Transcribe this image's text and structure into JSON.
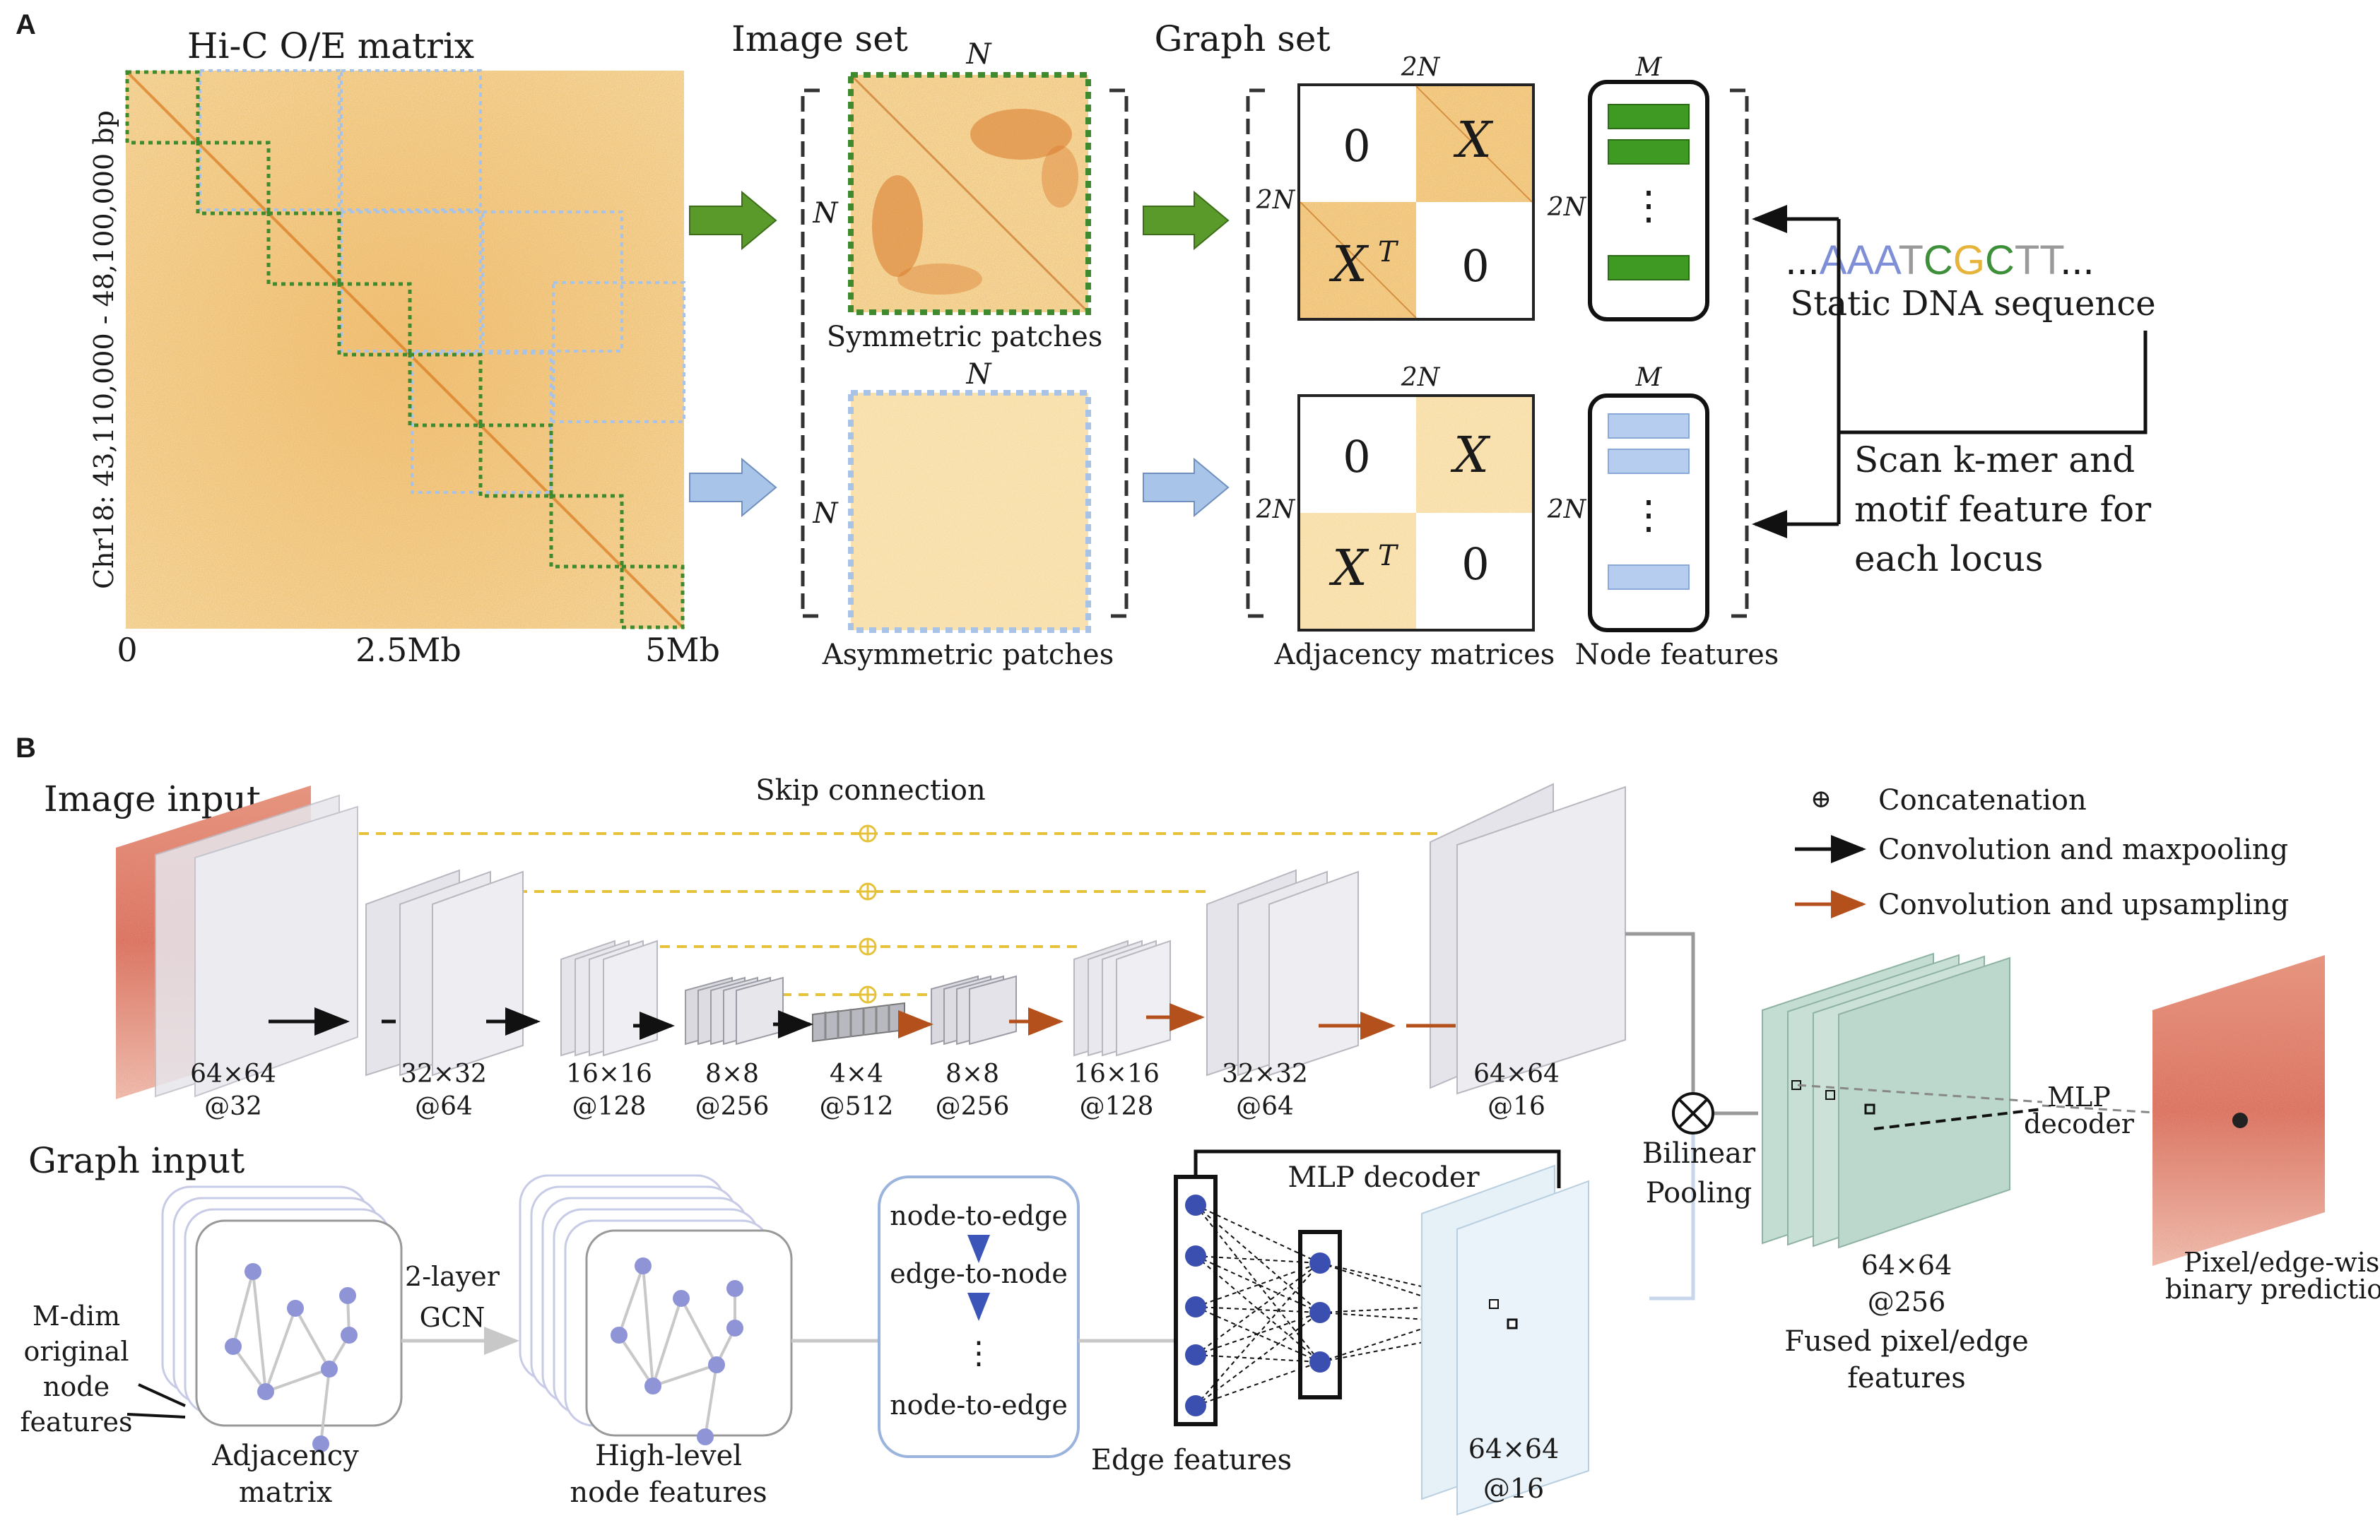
{
  "panel_a": {
    "letter": "A",
    "hic_title": "Hi-C O/E matrix",
    "y_axis_label": "Chr18: 43,110,000 - 48,100,000 bp",
    "x_ticks": [
      "0",
      "2.5Mb",
      "5Mb"
    ],
    "image_set_title": "Image set",
    "graph_set_title": "Graph set",
    "symmetric_caption": "Symmetric patches",
    "asymmetric_caption": "Asymmetric patches",
    "adjacency_caption": "Adjacency matrices",
    "node_features_caption": "Node features",
    "dim_n": "N",
    "dim_2n": "2N",
    "dim_m": "M",
    "zero": "0",
    "x_sym": "X",
    "x_transpose": "X",
    "transpose_sup": "T",
    "vdots": "⋮",
    "dna_prefix": "...",
    "dna_bases": [
      {
        "b": "A",
        "color": "#7e8fd8"
      },
      {
        "b": "A",
        "color": "#7e8fd8"
      },
      {
        "b": "A",
        "color": "#7e8fd8"
      },
      {
        "b": "T",
        "color": "#9a9a9a"
      },
      {
        "b": "C",
        "color": "#3e8f3a"
      },
      {
        "b": "G",
        "color": "#e6b43a"
      },
      {
        "b": "C",
        "color": "#3e8f3a"
      },
      {
        "b": "T",
        "color": "#9a9a9a"
      },
      {
        "b": "T",
        "color": "#9a9a9a"
      }
    ],
    "dna_suffix": "...",
    "dna_caption": "Static DNA sequence",
    "scan_lines": [
      "Scan k-mer and",
      "motif feature for",
      "each locus"
    ]
  },
  "panel_b": {
    "letter": "B",
    "image_input": "Image input",
    "graph_input": "Graph input",
    "skip_connection": "Skip connection",
    "legend": {
      "concat_symbol": "⊕",
      "concat": "Concatenation",
      "conv_pool": "Convolution and maxpooling",
      "conv_up": "Convolution and upsampling"
    },
    "unet_layers": [
      {
        "size": "64×64",
        "channels": "@32"
      },
      {
        "size": "32×32",
        "channels": "@64"
      },
      {
        "size": "16×16",
        "channels": "@128"
      },
      {
        "size": "8×8",
        "channels": "@256"
      },
      {
        "size": "4×4",
        "channels": "@512"
      },
      {
        "size": "8×8",
        "channels": "@256"
      },
      {
        "size": "16×16",
        "channels": "@128"
      },
      {
        "size": "32×32",
        "channels": "@64"
      },
      {
        "size": "64×64",
        "channels": "@16"
      }
    ],
    "bilinear_symbol": "⊗",
    "bilinear": [
      "Bilinear",
      "Pooling"
    ],
    "fused_dims": [
      "64×64",
      "@256"
    ],
    "fused_caption": [
      "Fused pixel/edge",
      "features"
    ],
    "mlp_decoder_right": [
      "MLP",
      "decoder"
    ],
    "prediction_caption": [
      "Pixel/edge-wise",
      "binary predictions"
    ],
    "node_feature_note": [
      "M-dim",
      "original",
      "node",
      "features"
    ],
    "adjacency_caption": [
      "Adjacency",
      "matrix"
    ],
    "gcn_label": [
      "2-layer",
      "GCN"
    ],
    "high_level_caption": [
      "High-level",
      "node features"
    ],
    "message_passing": [
      "node-to-edge",
      "edge-to-node",
      "⋮",
      "node-to-edge"
    ],
    "mlp_decoder_bottom": "MLP decoder",
    "edge_features": "Edge features",
    "edge_map_dims": [
      "64×64",
      "@16"
    ]
  },
  "colors": {
    "hic_orange": "#e9a94a",
    "green_box": "#3f8a2e",
    "blue_box": "#a9c3e6",
    "green_arrow": "#5a9a2a",
    "blue_arrow": "#a8c4e8",
    "skip_yellow": "#e6c23a",
    "upsample_orange": "#b4501c",
    "fused_green": "#bcd8cc",
    "prediction_red": "#d9705e"
  }
}
